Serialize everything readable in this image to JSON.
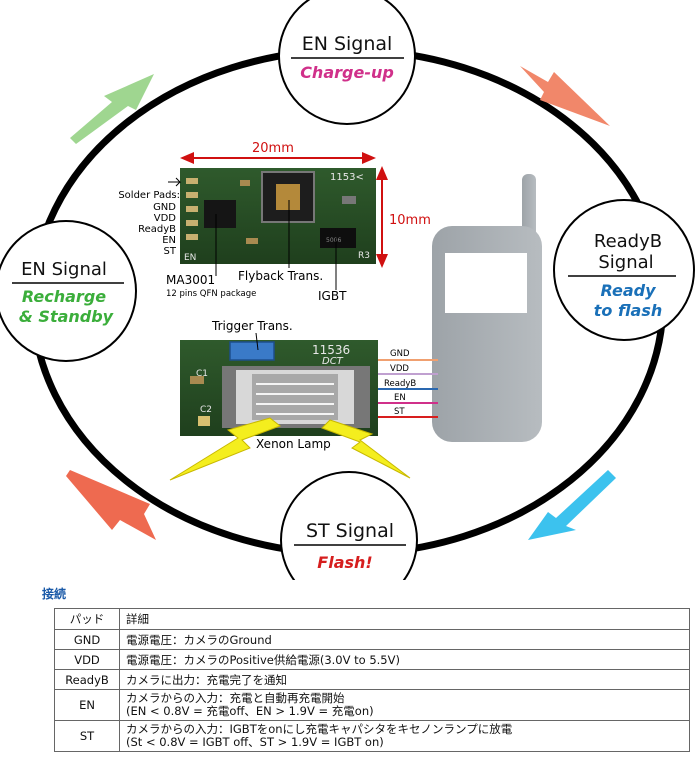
{
  "nodes": {
    "top": {
      "title": "EN Signal",
      "subtitle": "Charge-up"
    },
    "right": {
      "title_line1": "ReadyB",
      "title_line2": "Signal",
      "subtitle_line1": "Ready",
      "subtitle_line2": "to flash"
    },
    "bottom": {
      "title": "ST Signal",
      "subtitle": "Flash!"
    },
    "left": {
      "title": "EN Signal",
      "subtitle_line1": "Recharge",
      "subtitle_line2": "& Standby"
    }
  },
  "board_top": {
    "width_label": "20mm",
    "height_label": "10mm",
    "marking": "1153<",
    "pads_label": "Solder Pads:",
    "pads": [
      "GND",
      "VDD",
      "ReadyB",
      "EN",
      "ST"
    ],
    "chip_label": "MA3001",
    "chip_sublabel": "12 pins QFN package",
    "flyback_label": "Flyback Trans.",
    "igbt_label": "IGBT"
  },
  "board_bottom": {
    "trigger_label": "Trigger Trans.",
    "marking_line1": "11536",
    "marking_line2": "DCT",
    "lamp_label": "Xenon Lamp",
    "c1": "C1",
    "c2": "C2",
    "wires": [
      "GND",
      "VDD",
      "ReadyB",
      "EN",
      "ST"
    ]
  },
  "colors": {
    "title_text": "#111111",
    "charge_up": "#d0308a",
    "ready": "#1a70b8",
    "flash": "#d61e1e",
    "recharge": "#3bae3b",
    "wire_gnd": "#f0a070",
    "wire_vdd": "#c0a0d0",
    "wire_readyb": "#2a68b0",
    "wire_en": "#d0308a",
    "wire_st": "#d81e1e"
  },
  "connection": {
    "title": "接続",
    "headers": {
      "pad": "パッド",
      "detail": "詳細"
    },
    "rows": [
      {
        "pad": "GND",
        "line1": "電源電圧：カメラのGround",
        "line2": ""
      },
      {
        "pad": "VDD",
        "line1": "電源電圧：カメラのPositive供給電源(3.0V to 5.5V)",
        "line2": ""
      },
      {
        "pad": "ReadyB",
        "line1": "カメラに出力：充電完了を通知",
        "line2": ""
      },
      {
        "pad": "EN",
        "line1": "カメラからの入力：充電と自動再充電開始",
        "line2": "(EN < 0.8V = 充電off、EN > 1.9V = 充電on)"
      },
      {
        "pad": "ST",
        "line1": "カメラからの入力：IGBTをonにし充電キャパシタをキセノンランプに放電",
        "line2": "(St < 0.8V = IGBT off、ST > 1.9V = IGBT on)"
      }
    ]
  }
}
